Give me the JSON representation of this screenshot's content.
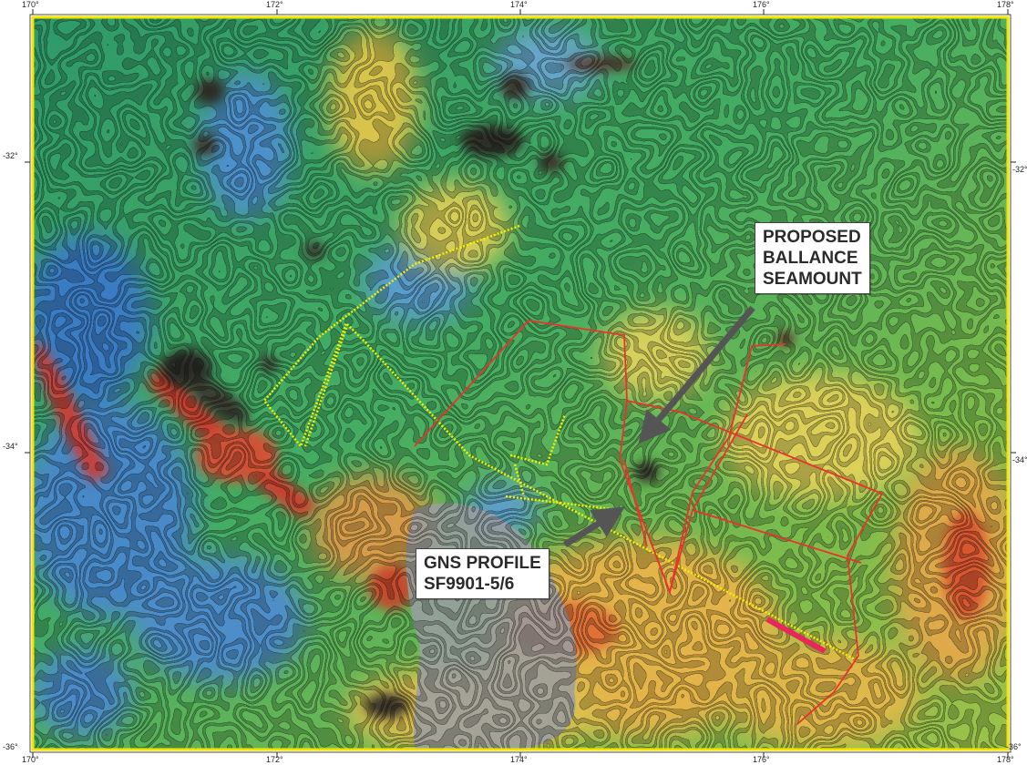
{
  "map": {
    "longitude_labels_top": [
      "170°",
      "172°",
      "174°",
      "176°",
      "178°"
    ],
    "longitude_labels_bottom": [
      "170°",
      "172°",
      "174°",
      "176°",
      "178°"
    ],
    "latitude_labels_left": [
      "-32°",
      "-34°",
      "-36°"
    ],
    "latitude_labels_right": [
      "-32°",
      "-34°",
      "-36°"
    ]
  },
  "annotations": {
    "seamount": {
      "line1": "PROPOSED",
      "line2": "BALLANCE",
      "line3": "SEAMOUNT"
    },
    "profile": {
      "line1": "GNS PROFILE",
      "line2": "SF9901-5/6"
    }
  },
  "colors": {
    "frame": "#f2e600",
    "yellow_track": "#f5f000",
    "red_track": "#e8342c",
    "arrow": "#555555",
    "low_anomaly": "#3f7fd0",
    "high_anomaly": "#d8342a",
    "background_field": "#3aa86a"
  },
  "icons": {
    "pointer": "arrow-pointer-icon"
  }
}
